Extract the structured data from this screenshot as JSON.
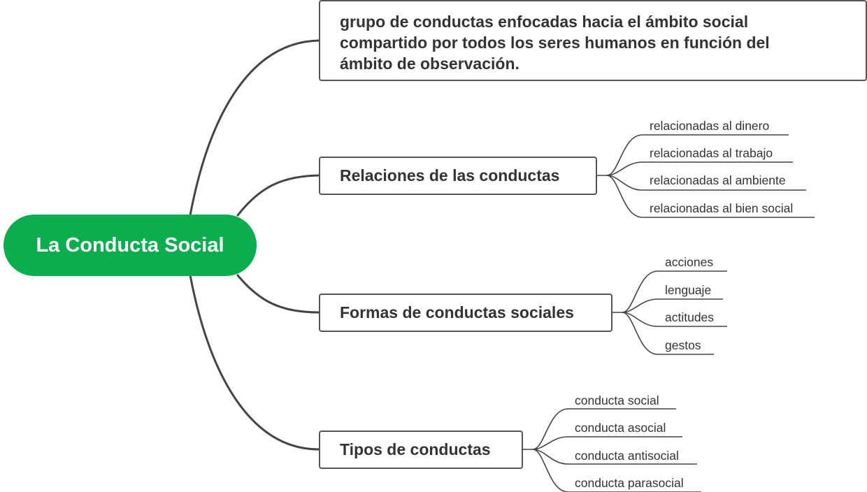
{
  "root": {
    "label": "La Conducta Social"
  },
  "description": {
    "lines": [
      "grupo de conductas enfocadas hacia el ámbito social",
      "compartido por todos los seres humanos en función del",
      "ámbito de observación."
    ]
  },
  "branches": [
    {
      "label": "Relaciones de las conductas",
      "items": [
        "relacionadas al dinero",
        "relacionadas al trabajo",
        "relacionadas al ambiente",
        "relacionadas al bien social"
      ]
    },
    {
      "label": "Formas de conductas sociales",
      "items": [
        "acciones",
        "lenguaje",
        "actitudes",
        "gestos"
      ]
    },
    {
      "label": "Tipos de conductas",
      "items": [
        "conducta social",
        "conducta asocial",
        "conducta antisocial",
        "conducta parasocial"
      ]
    }
  ],
  "colors": {
    "root_fill": "#0aae4f",
    "line": "#444444",
    "text": "#333333"
  }
}
